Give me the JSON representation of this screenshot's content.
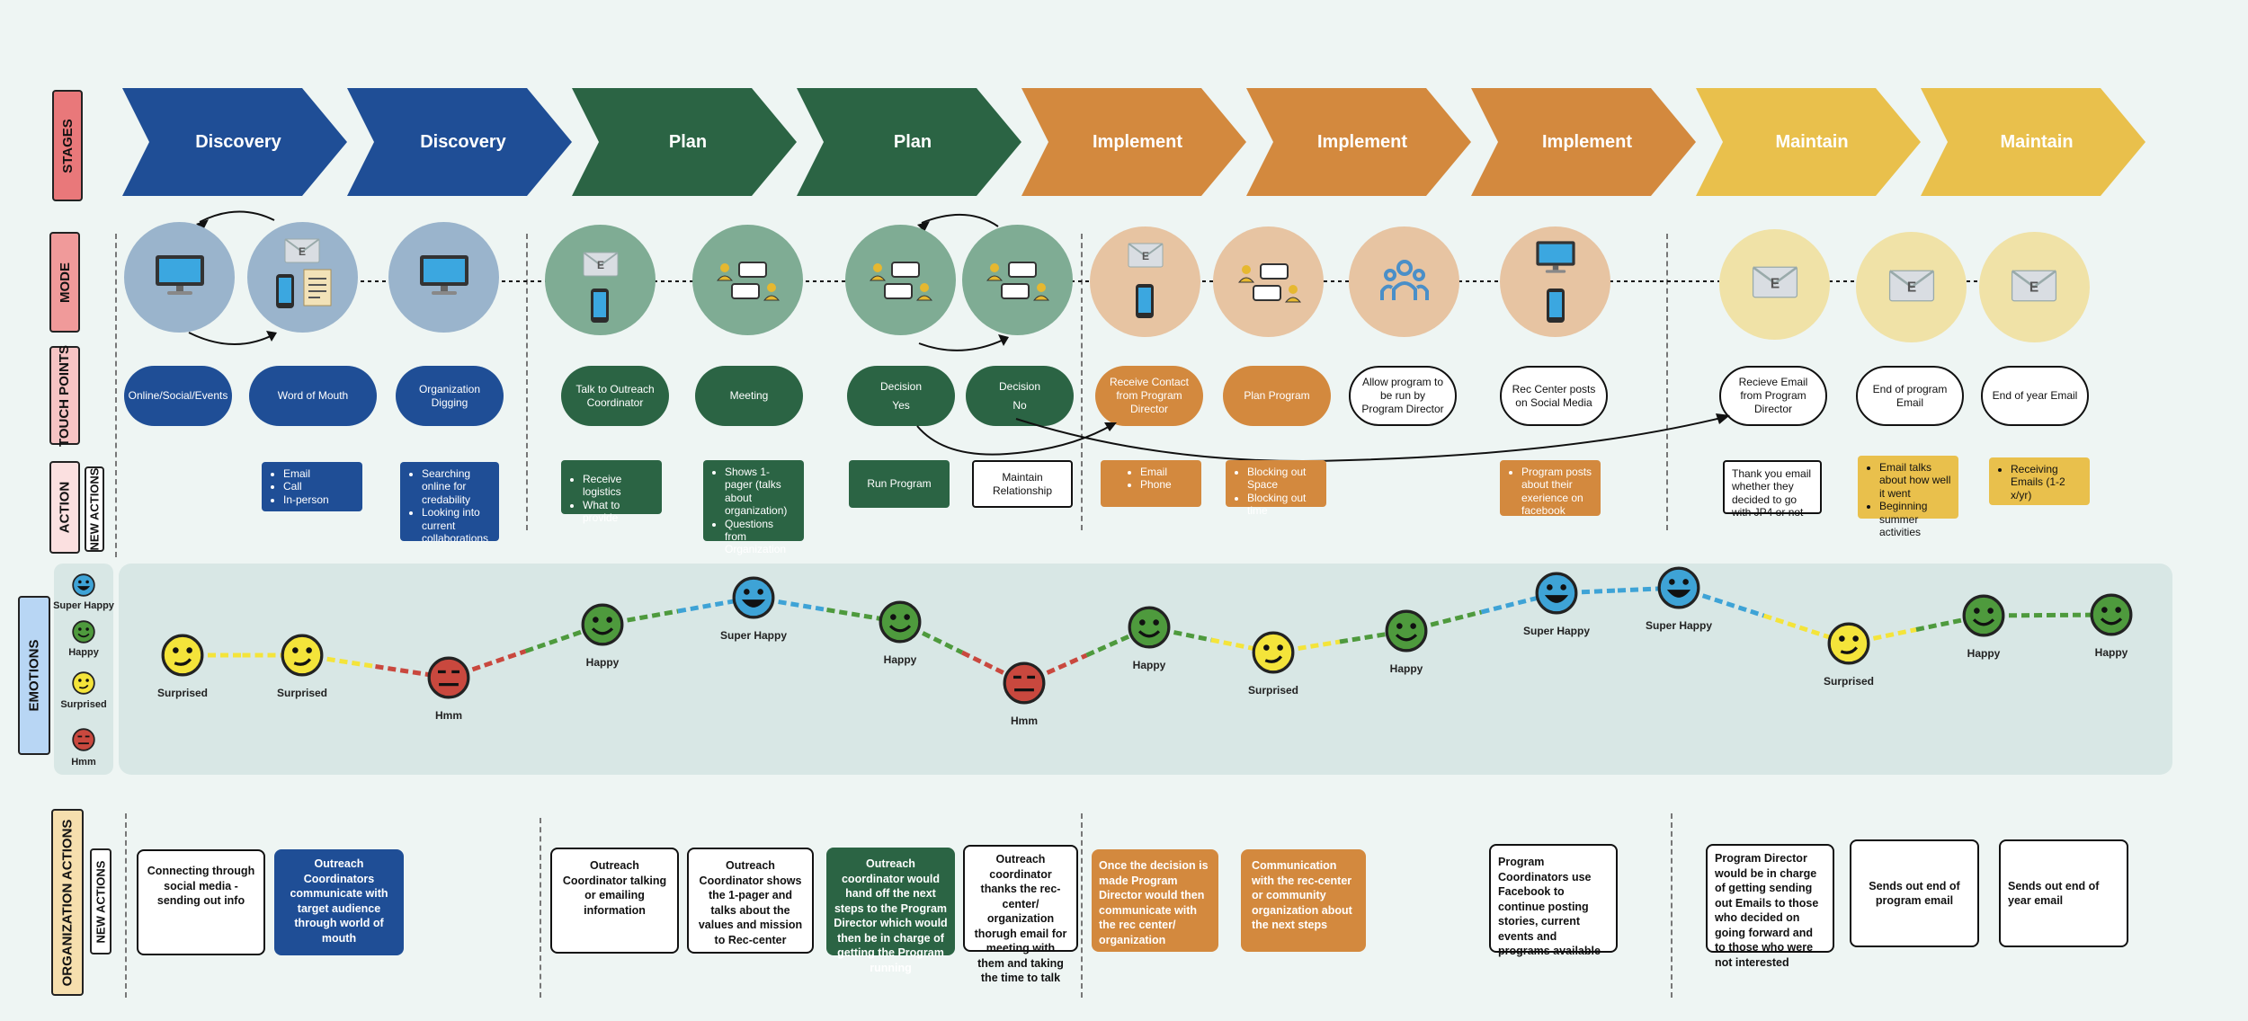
{
  "row_labels": {
    "stages": "STAGES",
    "mode": "MODE",
    "touch_points": "TOUCH POINTS",
    "action": "ACTION",
    "new_actions": "NEW ACTIONS",
    "emotions": "EMOTIONS",
    "org_actions": "ORGANIZATION ACTIONS",
    "org_new_actions": "NEW ACTIONS"
  },
  "stages": [
    "Discovery",
    "Discovery",
    "Plan",
    "Plan",
    "Implement",
    "Implement",
    "Implement",
    "Maintain",
    "Maintain"
  ],
  "mode_icons": [
    "computer-icon",
    "email-phone-document-icon",
    "computer-icon",
    "email-phone-icon",
    "meeting-icon",
    "meeting-icon",
    "meeting-icon",
    "email-phone-icon",
    "meeting-icon",
    "people-icon",
    "computer-phone-icon",
    "email-icon",
    "email-icon",
    "email-icon"
  ],
  "touch_points": [
    {
      "text": "Online/Social/Events"
    },
    {
      "text": "Word of Mouth"
    },
    {
      "text": "Organization Digging"
    },
    {
      "text": "Talk to Outreach Coordinator"
    },
    {
      "text": "Meeting"
    },
    {
      "text": "Decision",
      "sub": "Yes"
    },
    {
      "text": "Decision",
      "sub": "No"
    },
    {
      "text": "Receive Contact from Program Director"
    },
    {
      "text": "Plan Program"
    },
    {
      "text": "Allow program to be run by Program Director"
    },
    {
      "text": "Rec Center posts on Social Media"
    },
    {
      "text": "Recieve Email from Program Director"
    },
    {
      "text": "End of program Email"
    },
    {
      "text": "End of year Email"
    }
  ],
  "actions": {
    "word_of_mouth": [
      "Email",
      "Call",
      "In-person"
    ],
    "organization_digging": [
      "Searching online for credability",
      "Looking into current collaborations"
    ],
    "talk_to_outreach": [
      "Receive logistics",
      "What to provide"
    ],
    "meeting": [
      "Shows 1-pager (talks about organization)",
      "Questions from Organization"
    ],
    "run_program": "Run Program",
    "maintain_relationship": "Maintain Relationship",
    "receive_contact": [
      "Email",
      "Phone"
    ],
    "plan_program": [
      "Blocking out Space",
      "Blocking out time"
    ],
    "rec_center_posts": [
      "Program posts about their exerience on facebook"
    ],
    "thank_you": "Thank you email whether they decided to go with JP4 or not",
    "end_of_program": [
      "Email talks about how well it went",
      "Beginning summer activities"
    ],
    "end_of_year": [
      "Receiving Emails (1-2 x/yr)"
    ]
  },
  "emotion_legend": [
    "Super Happy",
    "Happy",
    "Surprised",
    "Hmm"
  ],
  "emotions": [
    {
      "label": "Surprised",
      "type": "surprised"
    },
    {
      "label": "Surprised",
      "type": "surprised"
    },
    {
      "label": "Hmm",
      "type": "hmm"
    },
    {
      "label": "Happy",
      "type": "happy"
    },
    {
      "label": "Super Happy",
      "type": "super"
    },
    {
      "label": "Happy",
      "type": "happy"
    },
    {
      "label": "Hmm",
      "type": "hmm"
    },
    {
      "label": "Happy",
      "type": "happy"
    },
    {
      "label": "Surprised",
      "type": "surprised"
    },
    {
      "label": "Happy",
      "type": "happy"
    },
    {
      "label": "Super Happy",
      "type": "super"
    },
    {
      "label": "Super Happy",
      "type": "super"
    },
    {
      "label": "Surprised",
      "type": "surprised"
    },
    {
      "label": "Happy",
      "type": "happy"
    },
    {
      "label": "Happy",
      "type": "happy"
    }
  ],
  "org_actions": [
    "Connecting through social media - sending out info",
    "Outreach Coordinators communicate with target audience through world of mouth",
    "Outreach Coordinator talking or emailing information",
    "Outreach Coordinator shows the 1-pager and talks about the values and mission to Rec-center",
    "Outreach coordinator would hand off the next steps to the Program Director which would then be in charge of getting the Program running",
    "Outreach coordinator thanks the rec-center/ organization thorugh email for meeting with them and taking the time to talk",
    "Once the decision is made Program Director would then communicate with the rec center/ organization",
    "Communication with the rec-center or community organization about the next steps",
    "Program Coordinators use Facebook to continue posting stories, current events and programs available",
    "Program Director would be in charge of getting sending out Emails to those who decided on going forward and to those who were not interested",
    "Sends out end of program email",
    "Sends out end of year email"
  ],
  "colors": {
    "discovery": "#1f4e96",
    "plan": "#2b6444",
    "implement": "#d3893e",
    "maintain": "#e9c04c",
    "super_happy": "#3ea3d6",
    "happy": "#4e9a3d",
    "surprised": "#f4e43a",
    "hmm": "#c9483e"
  }
}
